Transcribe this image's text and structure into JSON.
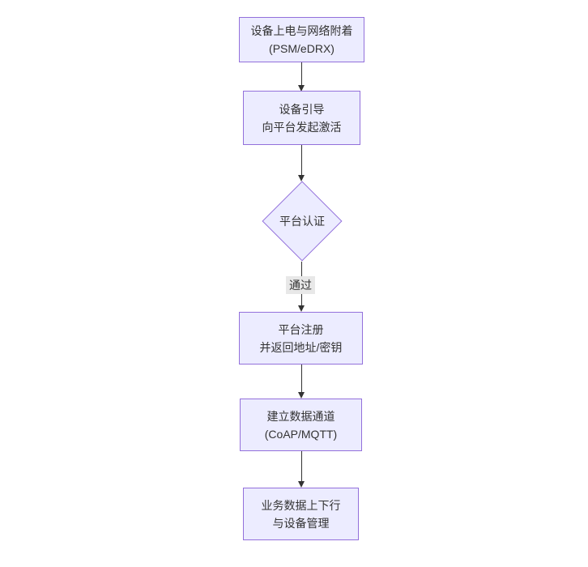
{
  "diagram": {
    "type": "flowchart-vertical",
    "nodes": {
      "power_attach": {
        "line1": "设备上电与网络附着",
        "line2": "(PSM/eDRX)"
      },
      "bootstrap": {
        "line1": "设备引导",
        "line2": "向平台发起激活"
      },
      "platform_auth": {
        "label": "平台认证"
      },
      "platform_register": {
        "line1": "平台注册",
        "line2": "并返回地址/密钥"
      },
      "data_channel": {
        "line1": "建立数据通道",
        "line2": "(CoAP/MQTT)"
      },
      "business_data": {
        "line1": "业务数据上下行",
        "line2": "与设备管理"
      }
    },
    "edge_labels": {
      "auth_pass": "通过"
    },
    "colors": {
      "node_fill": "#ECECFF",
      "node_border": "#9370DB",
      "edge_line": "#333333",
      "text": "#333333",
      "edge_label_bg": "#e8e8e8",
      "background": "#ffffff"
    }
  }
}
